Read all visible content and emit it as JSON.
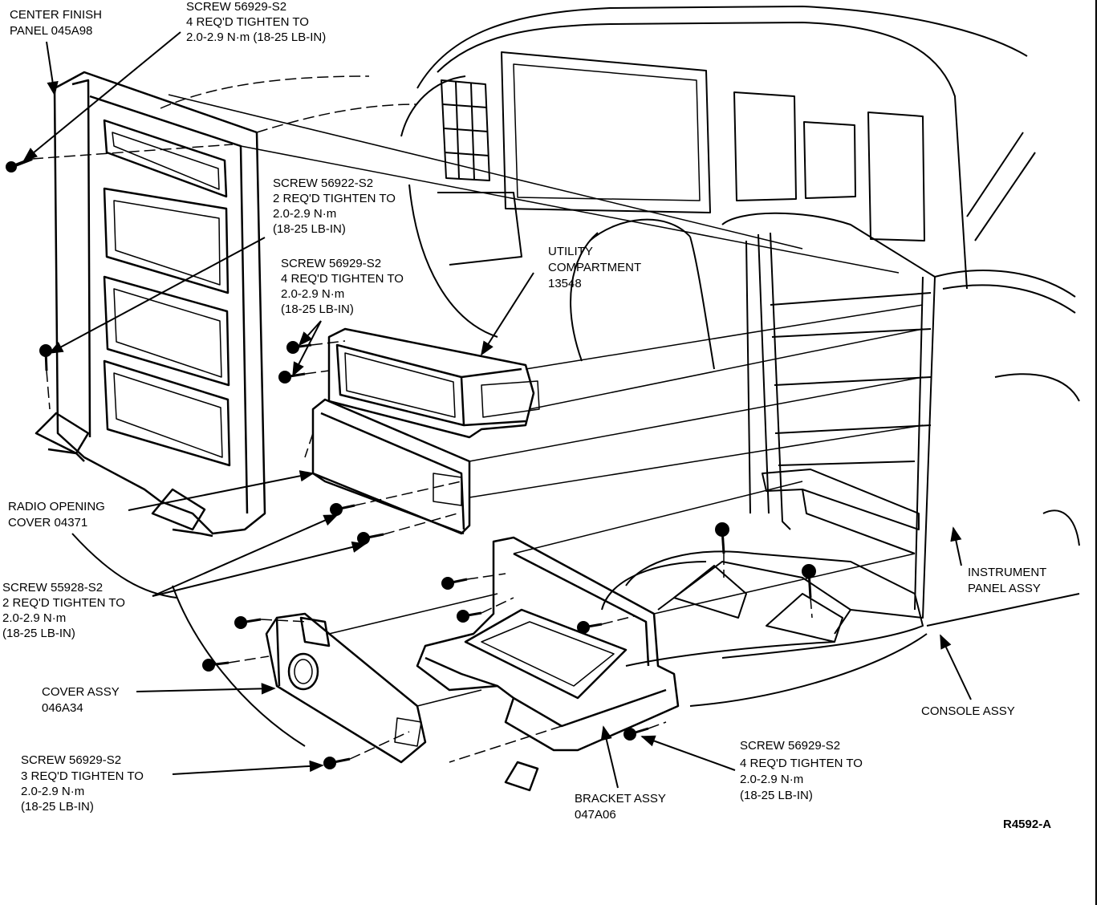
{
  "labels": {
    "center_finish_panel": [
      "CENTER FINISH",
      "PANEL 045A98"
    ],
    "screw_top": [
      "SCREW 56929-S2",
      "4 REQ'D TIGHTEN TO",
      "2.0-2.9 N·m (18-25 LB-IN)"
    ],
    "screw_56922": [
      "SCREW 56922-S2",
      "2 REQ'D TIGHTEN TO",
      "2.0-2.9 N·m",
      "(18-25 LB-IN)"
    ],
    "screw_mid": [
      "SCREW 56929-S2",
      "4 REQ'D TIGHTEN TO",
      "2.0-2.9 N·m",
      "(18-25 LB-IN)"
    ],
    "utility_compartment": [
      "UTILITY",
      "COMPARTMENT",
      "13548"
    ],
    "radio_opening_cover": [
      "RADIO OPENING",
      "COVER 04371"
    ],
    "screw_55928": [
      "SCREW 55928-S2",
      "2 REQ'D TIGHTEN TO",
      "2.0-2.9 N·m",
      "(18-25 LB-IN)"
    ],
    "cover_assy": [
      "COVER ASSY",
      "046A34"
    ],
    "screw_bottom_left": [
      "SCREW 56929-S2",
      "3 REQ'D TIGHTEN TO",
      "2.0-2.9 N·m",
      "(18-25 LB-IN)"
    ],
    "bracket_assy": [
      "BRACKET ASSY",
      "047A06"
    ],
    "screw_bottom_right": [
      "SCREW 56929-S2",
      "4 REQ'D TIGHTEN TO",
      "2.0-2.9 N·m",
      "(18-25 LB-IN)"
    ],
    "instrument_panel_assy": [
      "INSTRUMENT",
      "PANEL ASSY"
    ],
    "console_assy": [
      "CONSOLE ASSY"
    ],
    "figure_code": [
      "R4592-A"
    ]
  }
}
